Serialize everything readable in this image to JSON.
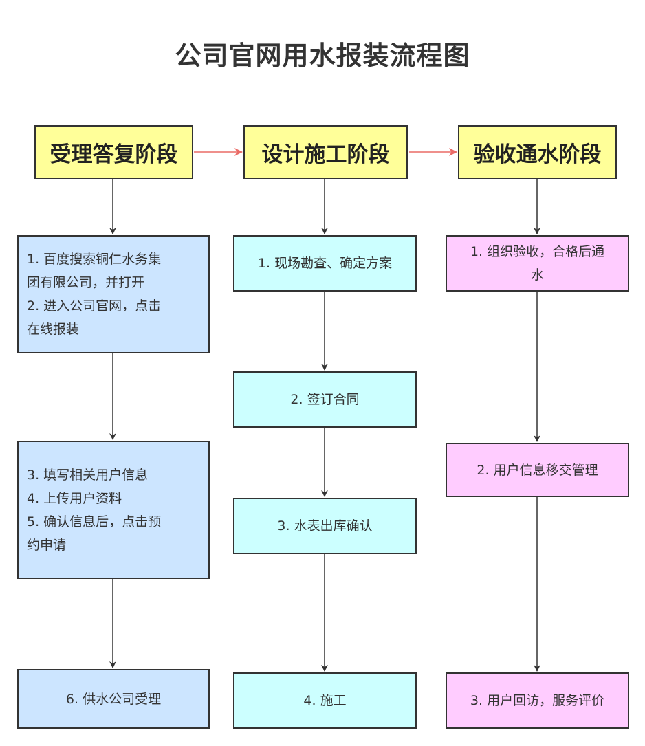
{
  "title": "公司官网用水报装流程图",
  "colors": {
    "stage_fill": "#ffff99",
    "column1_fill": "#cce5ff",
    "column2_fill": "#ccffff",
    "column3_fill": "#ffccff",
    "stage_arrow": "#ea6b66",
    "flow_arrow": "#333333"
  },
  "stages": [
    {
      "label": "受理答复阶段"
    },
    {
      "label": "设计施工阶段"
    },
    {
      "label": "验收通水阶段"
    }
  ],
  "columns": [
    {
      "steps": [
        {
          "lines": [
            "1. 百度搜索铜仁水务集",
            "团有限公司，并打开",
            "2. 进入公司官网，点击",
            "在线报装"
          ]
        },
        {
          "lines": [
            "3. 填写相关用户信息",
            "4. 上传用户资料",
            "5. 确认信息后，点击预",
            "约申请"
          ]
        },
        {
          "lines": [
            "6. 供水公司受理"
          ]
        }
      ]
    },
    {
      "steps": [
        {
          "lines": [
            "1. 现场勘查、确定方案"
          ]
        },
        {
          "lines": [
            "2. 签订合同"
          ]
        },
        {
          "lines": [
            "3. 水表出库确认"
          ]
        },
        {
          "lines": [
            "4. 施工"
          ]
        }
      ]
    },
    {
      "steps": [
        {
          "lines": [
            "1. 组织验收，合格后通",
            "水"
          ]
        },
        {
          "lines": [
            "2. 用户信息移交管理"
          ]
        },
        {
          "lines": [
            "3. 用户回访，服务评价"
          ]
        }
      ]
    }
  ]
}
